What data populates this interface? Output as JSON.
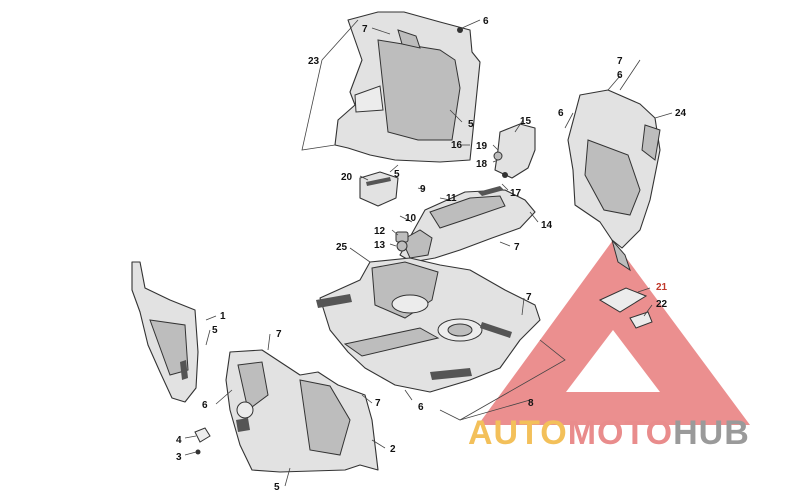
{
  "watermark": {
    "parts": [
      "AUTO",
      "MOTO",
      "HUB"
    ],
    "colors": {
      "auto": "#f3c05a",
      "moto": "#e98c8c",
      "hub": "#9a9a9a",
      "triangle": "#e46a6a"
    }
  },
  "callouts": {
    "c1": "1",
    "c2": "2",
    "c3": "3",
    "c4": "4",
    "c5a": "5",
    "c5b": "5",
    "c5c": "5",
    "c5d": "5",
    "c6a": "6",
    "c6b": "6",
    "c6c": "6",
    "c6d": "6",
    "c6e": "6",
    "c7a": "7",
    "c7b": "7",
    "c7c": "7",
    "c7d": "7",
    "c7e": "7",
    "c7f": "7",
    "c8": "8",
    "c9": "9",
    "c10": "10",
    "c11": "11",
    "c12": "12",
    "c13": "13",
    "c14": "14",
    "c15": "15",
    "c16": "16",
    "c17": "17",
    "c18": "18",
    "c19": "19",
    "c20": "20",
    "c21": "21",
    "c22": "22",
    "c23": "23",
    "c24": "24",
    "c25": "25"
  }
}
